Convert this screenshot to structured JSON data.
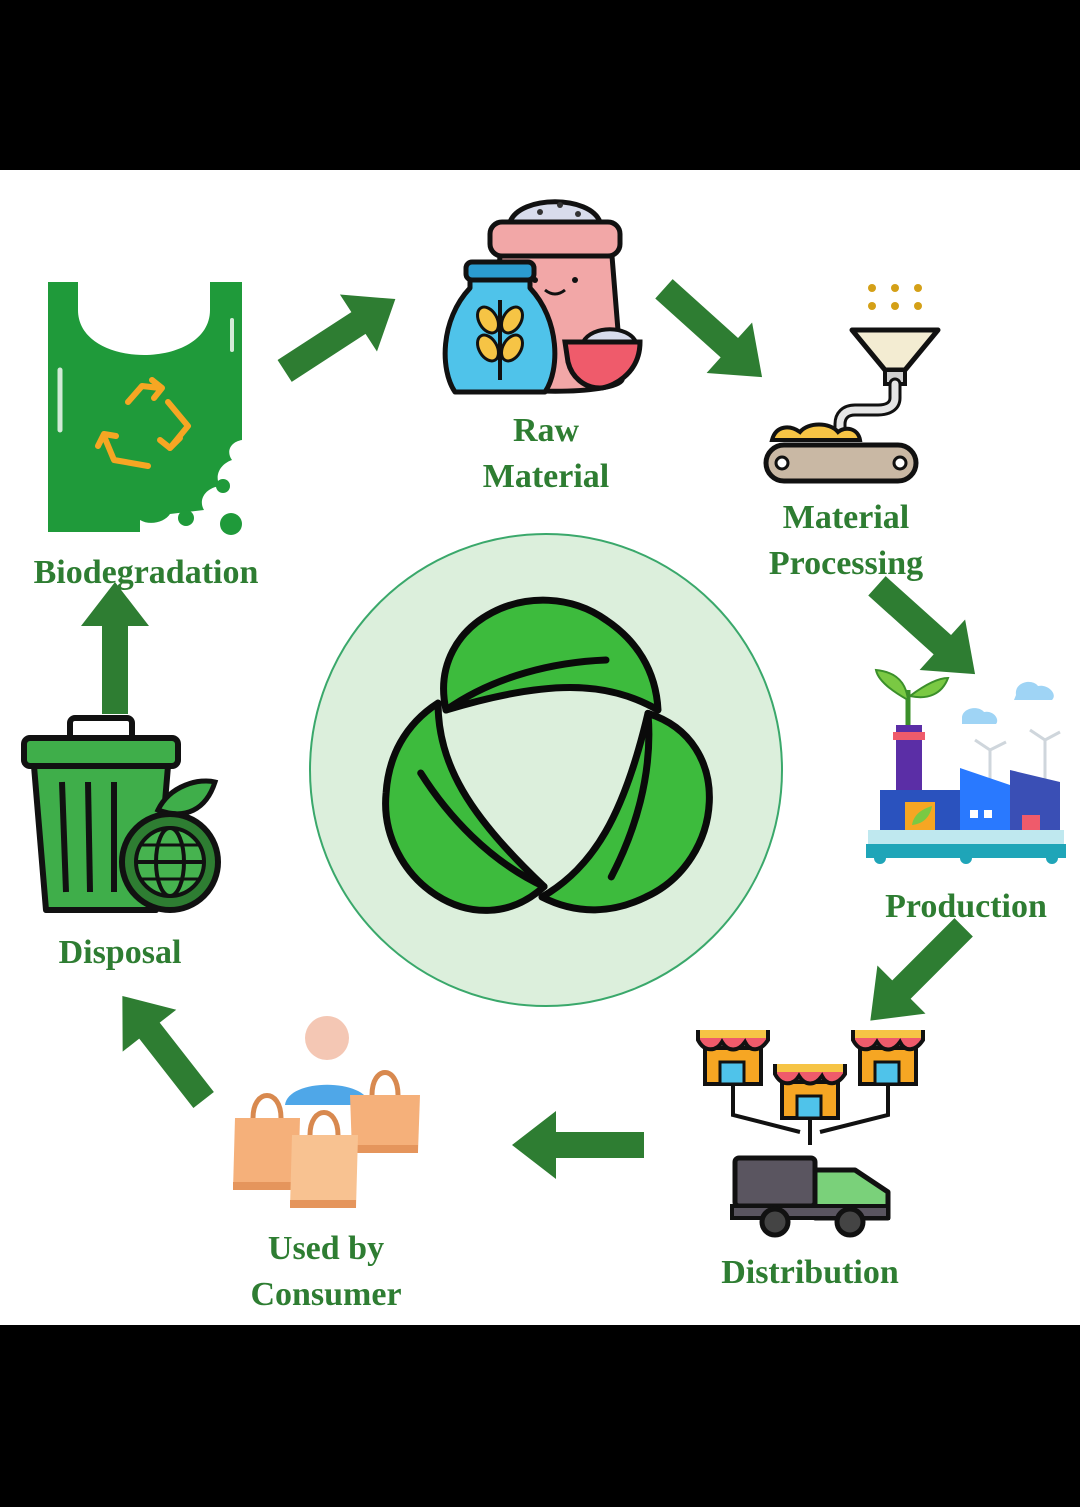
{
  "stages": [
    {
      "key": "raw_material",
      "lines": [
        "Raw",
        "Material"
      ]
    },
    {
      "key": "material_processing",
      "lines": [
        "Material",
        "Processing"
      ]
    },
    {
      "key": "production",
      "lines": [
        "Production"
      ]
    },
    {
      "key": "distribution",
      "lines": [
        "Distribution"
      ]
    },
    {
      "key": "used_by_consumer",
      "lines": [
        "Used by",
        "Consumer"
      ]
    },
    {
      "key": "disposal",
      "lines": [
        "Disposal"
      ]
    },
    {
      "key": "biodegradation",
      "lines": [
        "Biodegradation"
      ]
    }
  ],
  "icons": {
    "raw_material": "flour-sack-and-seed-jar-icon",
    "material_processing": "funnel-conveyor-icon",
    "production": "factory-icon",
    "distribution": "stores-and-delivery-truck-icon",
    "used_by_consumer": "shopper-with-bags-icon",
    "disposal": "trash-bin-globe-icon",
    "biodegradation": "compostable-bag-icon",
    "center": "leaf-recycle-icon"
  },
  "colors": {
    "arrow": "#2e7d32",
    "label": "#2e7d32",
    "circle_fill": "#dcefdc",
    "circle_stroke": "#3aa86b",
    "leaf": "#3dbb3d"
  }
}
